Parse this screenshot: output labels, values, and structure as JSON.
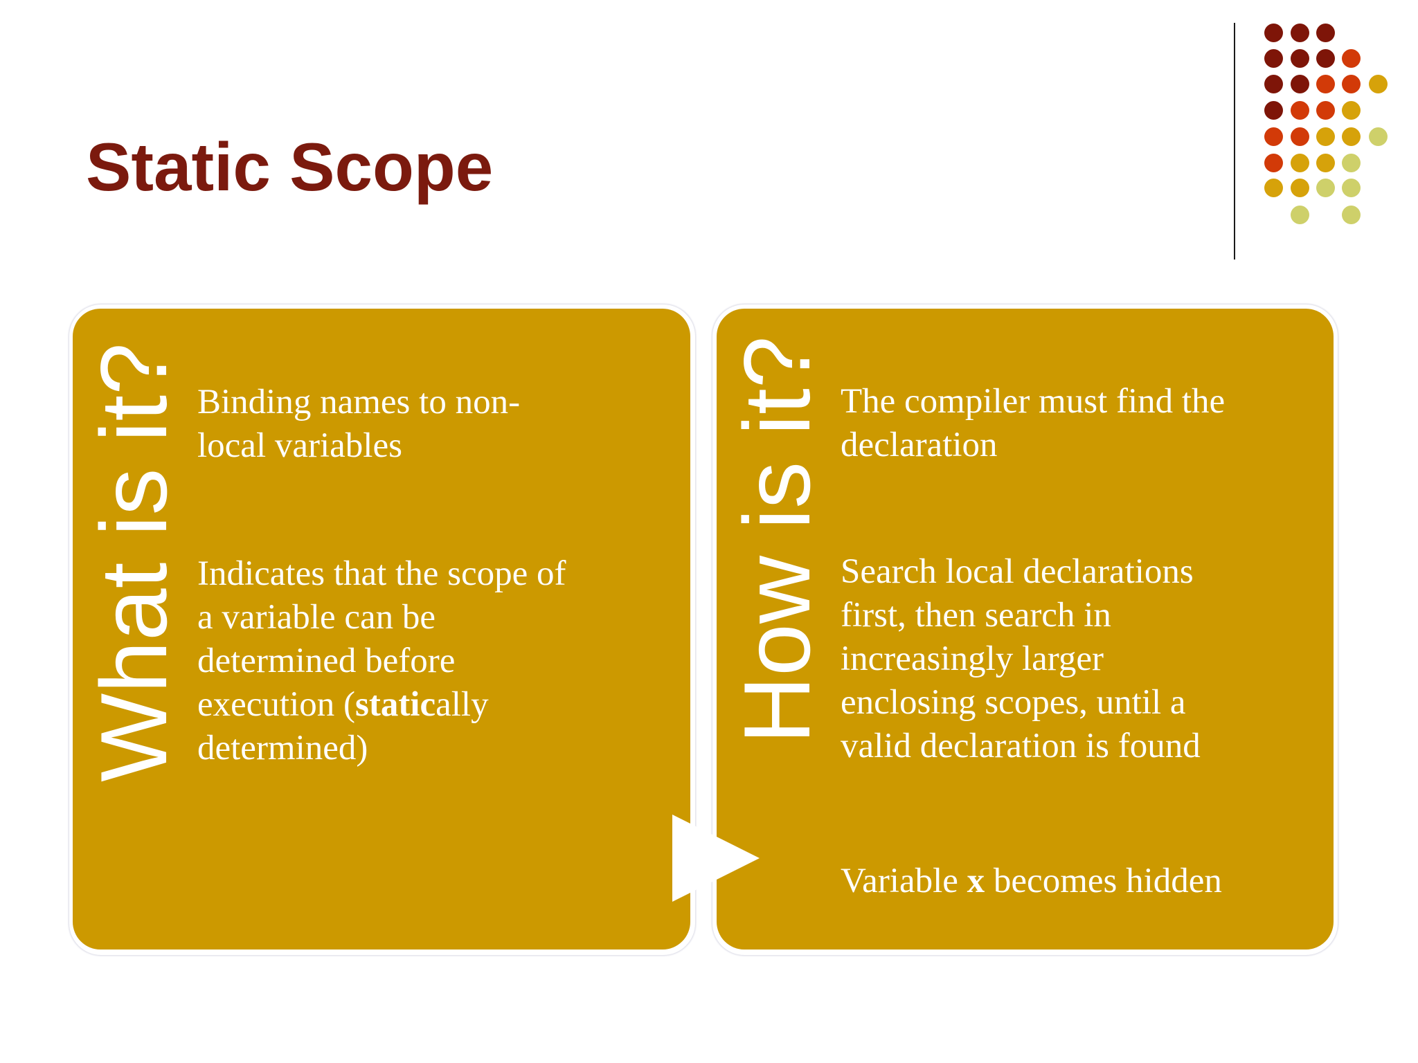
{
  "slide": {
    "title": "Static Scope",
    "colors": {
      "title": "#7B1A0E",
      "panel": "#CC9900",
      "panel_text": "#FFFFFF",
      "dot_dark_red": "#7E1508",
      "dot_orange": "#D23A08",
      "dot_gold": "#D6A20A",
      "dot_pale": "#CED06A"
    }
  },
  "panels": [
    {
      "heading": "What is it?",
      "paragraphs": [
        {
          "lines": [
            "Binding names to non-",
            "local variables"
          ]
        },
        {
          "lines": [
            "Indicates that the scope of",
            "a variable can be",
            "determined before"
          ],
          "line4_pre": "execution (",
          "line4_bold": "static",
          "line4_post": "ally",
          "line5": "determined)"
        }
      ]
    },
    {
      "heading": "How is it?",
      "paragraphs": [
        {
          "lines": [
            "The compiler must find the",
            "declaration"
          ]
        },
        {
          "lines": [
            "Search local declarations",
            "first, then search in",
            "increasingly larger",
            "enclosing scopes, until a",
            "valid declaration is found"
          ]
        },
        {
          "pre": "Variable ",
          "bold": "x",
          "post": " becomes hidden"
        }
      ]
    }
  ],
  "decoration": {
    "dot_grid": [
      [
        "dark_red",
        "dark_red",
        "dark_red",
        null,
        null
      ],
      [
        "dark_red",
        "dark_red",
        "dark_red",
        "orange",
        null
      ],
      [
        "dark_red",
        "dark_red",
        "orange",
        "orange",
        "gold"
      ],
      [
        "dark_red",
        "orange",
        "orange",
        "gold",
        null
      ],
      [
        "orange",
        "orange",
        "gold",
        "gold",
        "pale"
      ],
      [
        "orange",
        "gold",
        "gold",
        "pale",
        null
      ],
      [
        "gold",
        "gold",
        "pale",
        "pale",
        null
      ],
      [
        null,
        "pale",
        null,
        "pale",
        null
      ]
    ]
  }
}
